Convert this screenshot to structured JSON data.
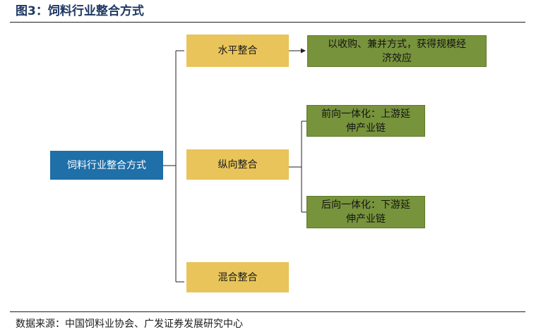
{
  "title": "图3：饲料行业整合方式",
  "root": {
    "label": "饲料行业整合方式"
  },
  "branches": [
    {
      "label": "水平整合"
    },
    {
      "label": "纵向整合"
    },
    {
      "label": "混合整合"
    }
  ],
  "outcomes": {
    "horizontal": {
      "line1": "以收购、兼并方式，获得规模经",
      "line2": "济效应"
    },
    "forward": {
      "line1": "前向一体化：上游延",
      "line2": "伸产业链"
    },
    "backward": {
      "line1": "后向一体化：下游延",
      "line2": "伸产业链"
    }
  },
  "source": "数据来源：中国饲料业协会、广发证券发展研究中心",
  "colors": {
    "blue": "#1f6fa8",
    "gold": "#e8c45a",
    "green": "#77933c"
  }
}
